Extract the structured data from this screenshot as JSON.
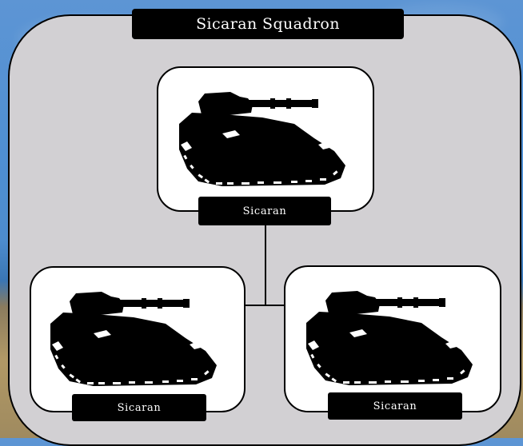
{
  "diagram": {
    "title": "Sicaran Squadron",
    "units": [
      {
        "label": "Sicaran",
        "icon": "tank-silhouette-icon"
      },
      {
        "label": "Sicaran",
        "icon": "tank-silhouette-icon"
      },
      {
        "label": "Sicaran",
        "icon": "tank-silhouette-icon"
      }
    ]
  },
  "colors": {
    "panel": "#d2d0d3",
    "card": "#ffffff",
    "label_bg": "#000000",
    "label_text": "#ffffff",
    "background_sky": "#4f8fd2"
  }
}
